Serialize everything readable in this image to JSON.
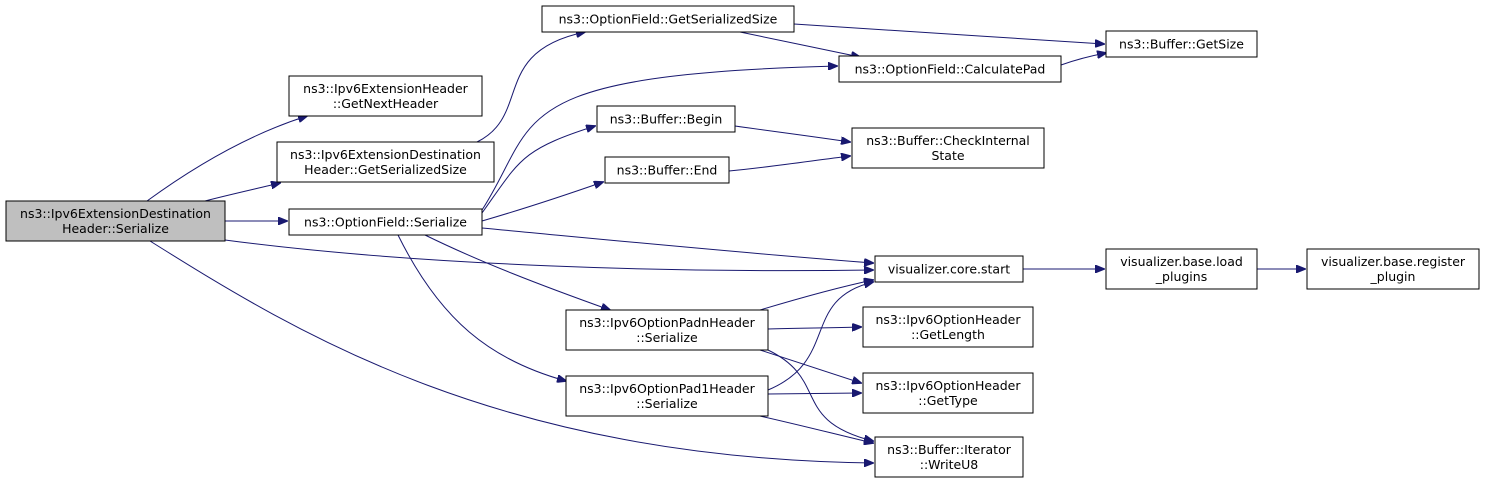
{
  "colors": {
    "edge": "#191970",
    "node_fill": "#ffffff",
    "root_fill": "#bfbfbf",
    "node_stroke": "#000000"
  },
  "nodes": [
    {
      "id": "root",
      "lines": [
        "ns3::Ipv6ExtensionDestination",
        "Header::Serialize"
      ],
      "highlighted": true
    },
    {
      "id": "getnextheader",
      "lines": [
        "ns3::Ipv6ExtensionHeader",
        "::GetNextHeader"
      ]
    },
    {
      "id": "dest_getserializedsize",
      "lines": [
        "ns3::Ipv6ExtensionDestination",
        "Header::GetSerializedSize"
      ]
    },
    {
      "id": "optionfield_serialize",
      "lines": [
        "ns3::OptionField::Serialize"
      ]
    },
    {
      "id": "optionfield_getserializedsize",
      "lines": [
        "ns3::OptionField::GetSerializedSize"
      ]
    },
    {
      "id": "calculatepad",
      "lines": [
        "ns3::OptionField::CalculatePad"
      ]
    },
    {
      "id": "buffer_getsize",
      "lines": [
        "ns3::Buffer::GetSize"
      ]
    },
    {
      "id": "buffer_begin",
      "lines": [
        "ns3::Buffer::Begin"
      ]
    },
    {
      "id": "buffer_end",
      "lines": [
        "ns3::Buffer::End"
      ]
    },
    {
      "id": "checkinternalstate",
      "lines": [
        "ns3::Buffer::CheckInternal",
        "State"
      ]
    },
    {
      "id": "core_start",
      "lines": [
        "visualizer.core.start"
      ]
    },
    {
      "id": "load_plugins",
      "lines": [
        "visualizer.base.load",
        "_plugins"
      ]
    },
    {
      "id": "register_plugin",
      "lines": [
        "visualizer.base.register",
        "_plugin"
      ]
    },
    {
      "id": "padn_serialize",
      "lines": [
        "ns3::Ipv6OptionPadnHeader",
        "::Serialize"
      ]
    },
    {
      "id": "pad1_serialize",
      "lines": [
        "ns3::Ipv6OptionPad1Header",
        "::Serialize"
      ]
    },
    {
      "id": "getlength",
      "lines": [
        "ns3::Ipv6OptionHeader",
        "::GetLength"
      ]
    },
    {
      "id": "gettype",
      "lines": [
        "ns3::Ipv6OptionHeader",
        "::GetType"
      ]
    },
    {
      "id": "writeu8",
      "lines": [
        "ns3::Buffer::Iterator",
        "::WriteU8"
      ]
    }
  ],
  "edges": [
    {
      "from": "root",
      "to": "getnextheader"
    },
    {
      "from": "root",
      "to": "dest_getserializedsize"
    },
    {
      "from": "root",
      "to": "optionfield_serialize"
    },
    {
      "from": "root",
      "to": "core_start"
    },
    {
      "from": "root",
      "to": "writeu8"
    },
    {
      "from": "dest_getserializedsize",
      "to": "optionfield_getserializedsize"
    },
    {
      "from": "optionfield_getserializedsize",
      "to": "buffer_getsize"
    },
    {
      "from": "optionfield_getserializedsize",
      "to": "calculatepad"
    },
    {
      "from": "calculatepad",
      "to": "buffer_getsize"
    },
    {
      "from": "optionfield_serialize",
      "to": "calculatepad"
    },
    {
      "from": "optionfield_serialize",
      "to": "buffer_begin"
    },
    {
      "from": "optionfield_serialize",
      "to": "buffer_end"
    },
    {
      "from": "optionfield_serialize",
      "to": "core_start"
    },
    {
      "from": "optionfield_serialize",
      "to": "padn_serialize"
    },
    {
      "from": "optionfield_serialize",
      "to": "pad1_serialize"
    },
    {
      "from": "buffer_begin",
      "to": "checkinternalstate"
    },
    {
      "from": "buffer_end",
      "to": "checkinternalstate"
    },
    {
      "from": "core_start",
      "to": "load_plugins"
    },
    {
      "from": "load_plugins",
      "to": "register_plugin"
    },
    {
      "from": "padn_serialize",
      "to": "core_start"
    },
    {
      "from": "padn_serialize",
      "to": "getlength"
    },
    {
      "from": "padn_serialize",
      "to": "gettype"
    },
    {
      "from": "padn_serialize",
      "to": "writeu8"
    },
    {
      "from": "pad1_serialize",
      "to": "core_start"
    },
    {
      "from": "pad1_serialize",
      "to": "gettype"
    },
    {
      "from": "pad1_serialize",
      "to": "writeu8"
    }
  ]
}
